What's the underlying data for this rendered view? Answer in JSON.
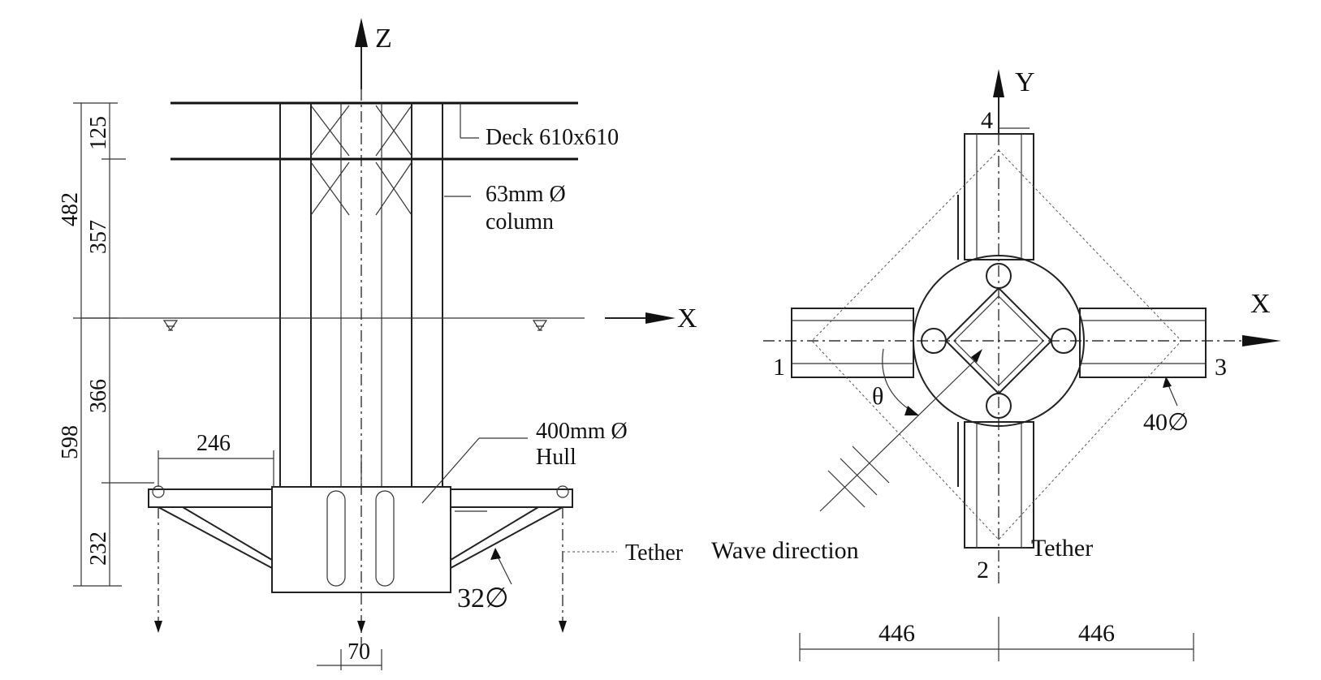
{
  "side_view": {
    "axis_z": "Z",
    "axis_x": "X",
    "dim_125": "125",
    "dim_482": "482",
    "dim_357": "357",
    "dim_366": "366",
    "dim_598": "598",
    "dim_232": "232",
    "dim_246": "246",
    "dim_70": "70",
    "deck_label": "Deck 610x610",
    "column_label_1": "63mm Ø",
    "column_label_2": "column",
    "hull_label_1": "400mm Ø",
    "hull_label_2": "Hull",
    "tether_label": "Tether",
    "brace_label": "32∅"
  },
  "plan_view": {
    "axis_y": "Y",
    "axis_x": "X",
    "node_1": "1",
    "node_2": "2",
    "node_3": "3",
    "node_4": "4",
    "theta": "θ",
    "wave_label": "Wave direction",
    "tether_label": "Tether",
    "pontoon_label": "40∅",
    "dim_left": "446",
    "dim_right": "446"
  }
}
